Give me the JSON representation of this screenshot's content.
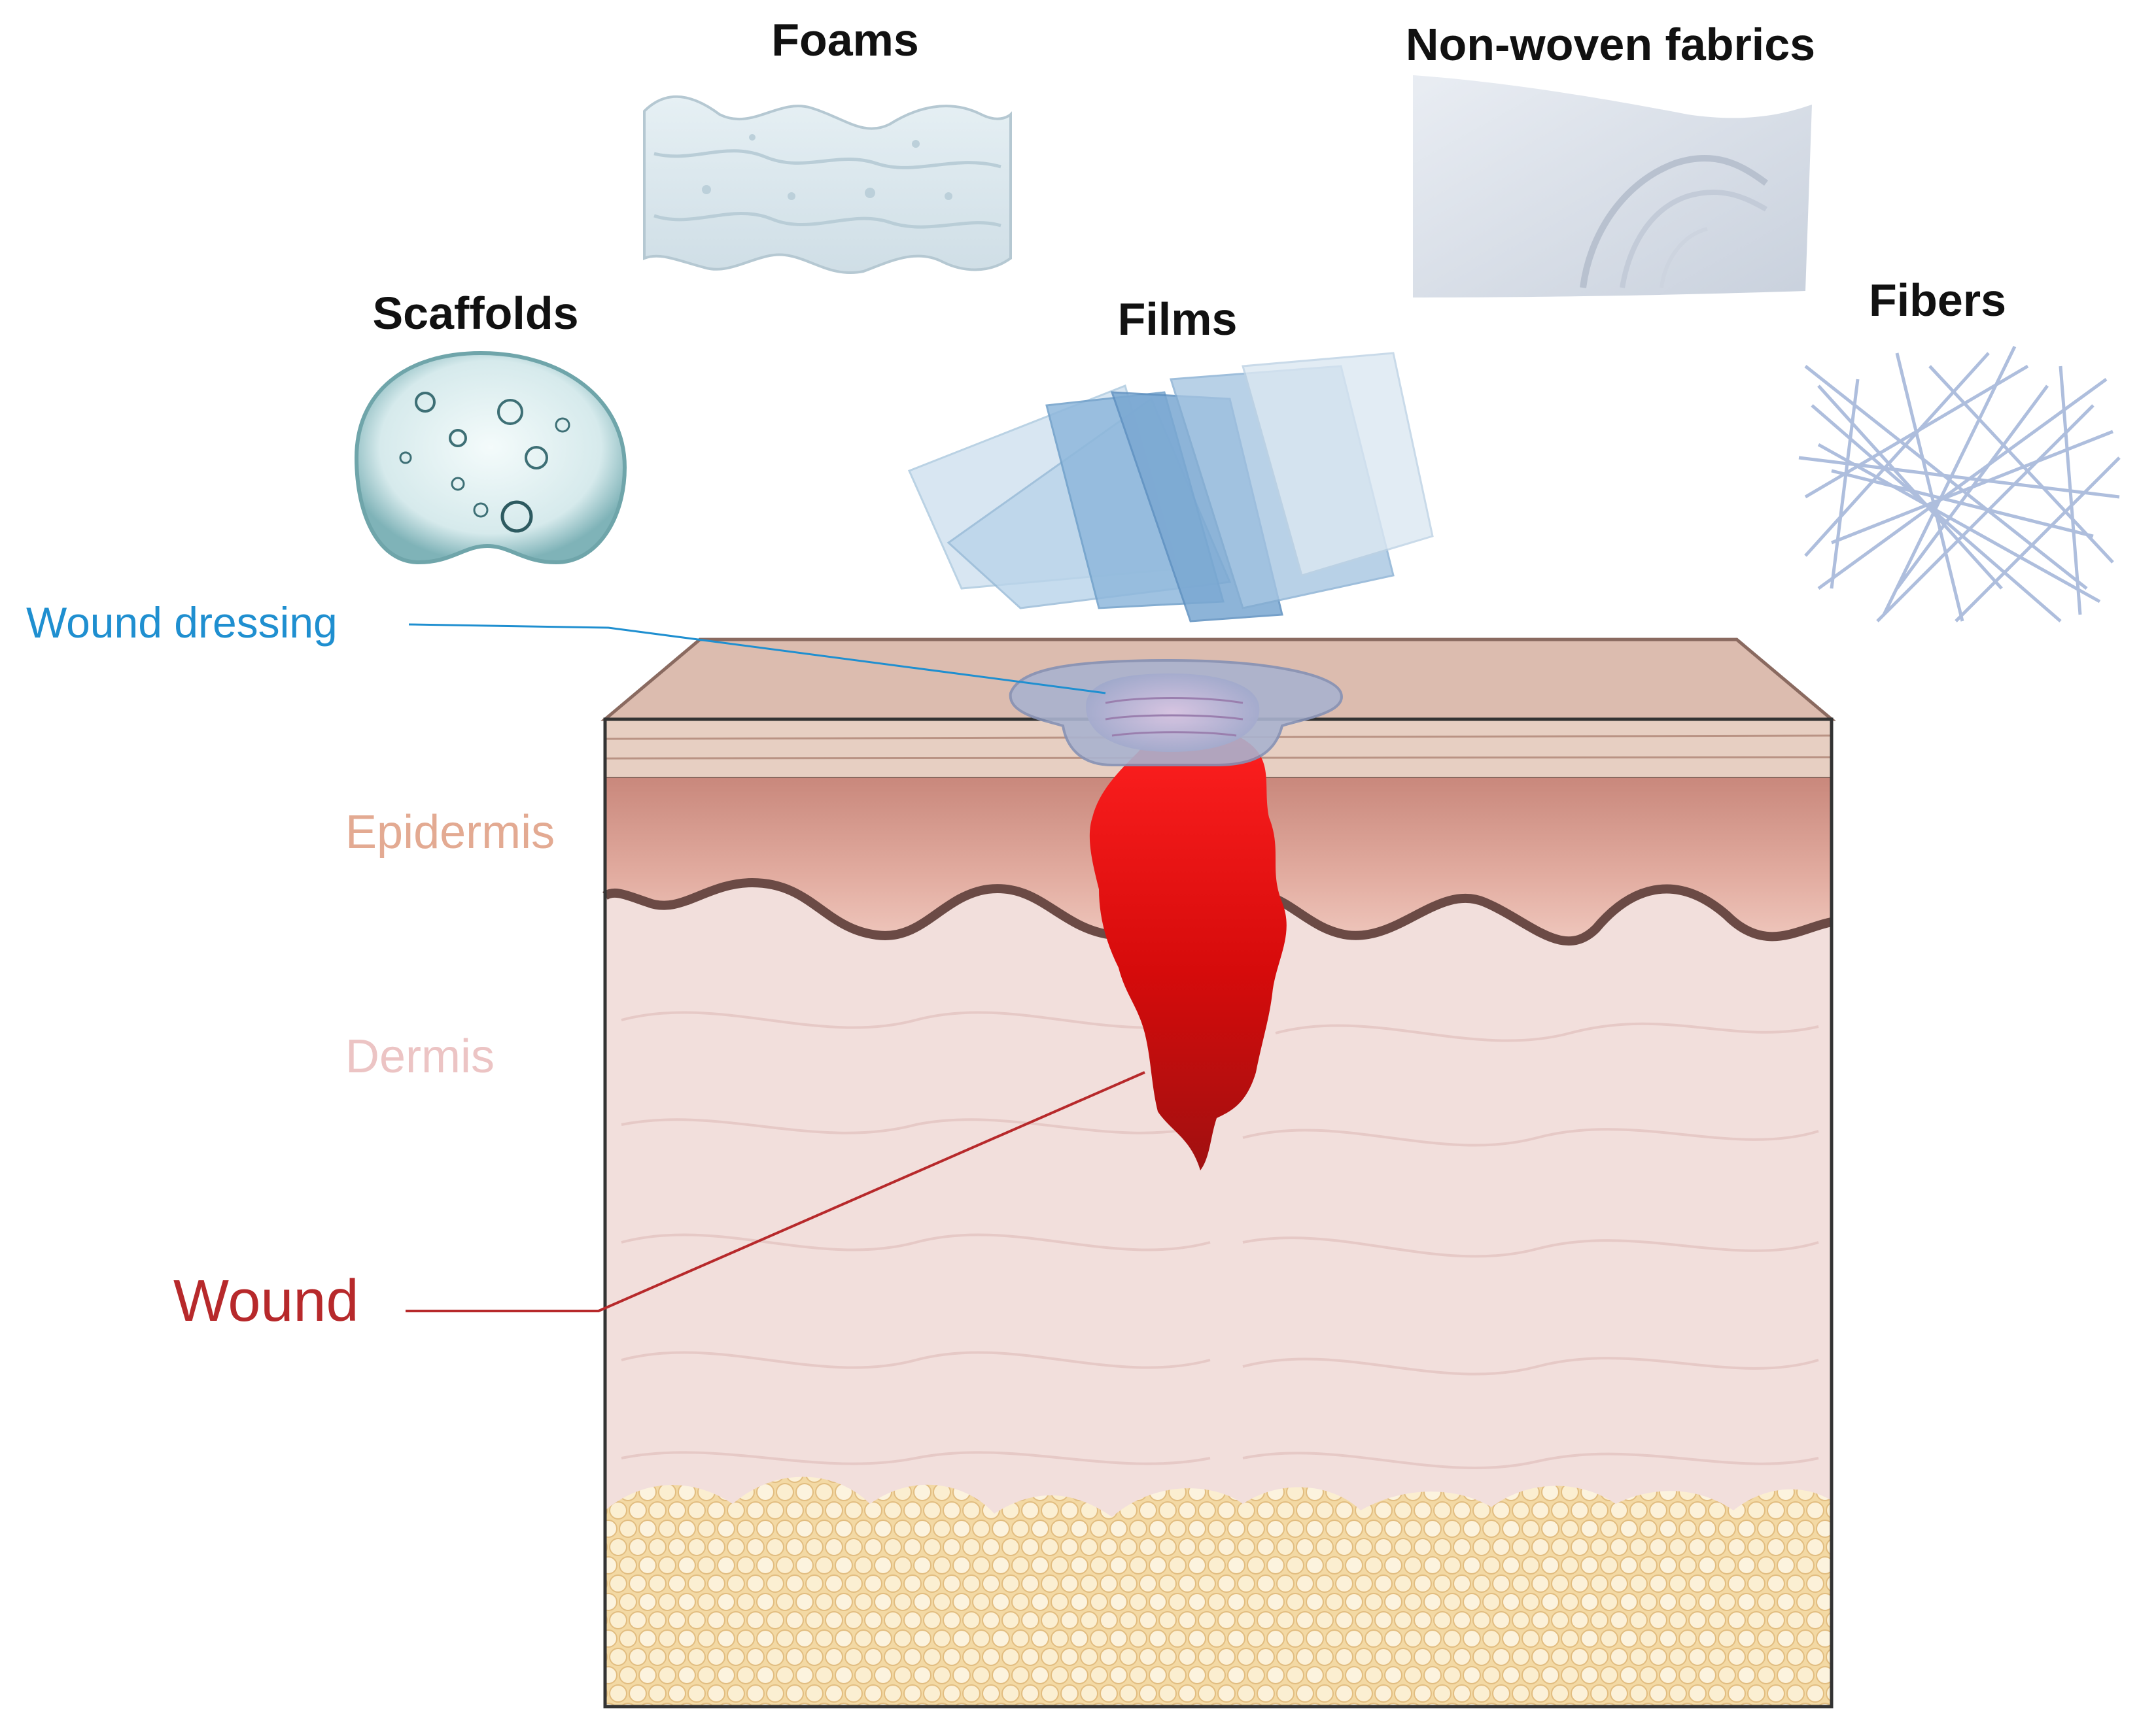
{
  "materials": {
    "foams": "Foams",
    "non_woven_fabrics": "Non-woven fabrics",
    "scaffolds": "Scaffolds",
    "films": "Films",
    "fibers": "Fibers"
  },
  "labels": {
    "wound_dressing": "Wound dressing",
    "epidermis": "Epidermis",
    "dermis": "Dermis",
    "wound": "Wound"
  },
  "colors": {
    "wound_dressing_label": "#1f8fd0",
    "epidermis_label": "#e3aa92",
    "dermis_label": "#ecc4c4",
    "wound_label": "#b7292b",
    "wound_fill": "#e01818",
    "skin_surface": "#d9b7aa",
    "dermis_fill": "#f2dfdc",
    "fat_fill": "#f6ddb0"
  },
  "icons": {
    "foams": "foam-sheet-icon",
    "non_woven_fabrics": "fabric-sheet-icon",
    "scaffolds": "hydrogel-drop-icon",
    "films": "film-stack-icon",
    "fibers": "fiber-mesh-icon"
  }
}
